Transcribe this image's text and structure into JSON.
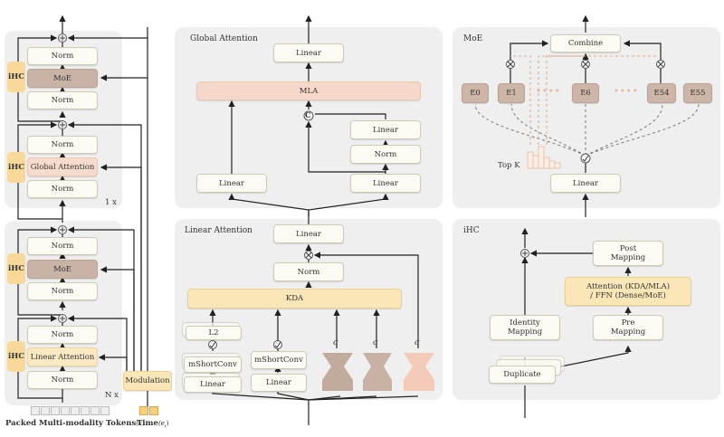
{
  "left": {
    "norm": "Norm",
    "moe": "MoE",
    "global_attention": "Global Attention",
    "linear_attention": "Linear Attention",
    "ihc": "iHC",
    "repeat_1": "1 x",
    "repeat_n": "N x",
    "modulation": "Modulation",
    "input_tokens": "Packed Multi-modality Tokens",
    "input_tokens_sym": "(x)",
    "time": "Time",
    "time_sym": "(e",
    "time_sub": "t",
    "time_close": ")"
  },
  "global_attention": {
    "title": "Global Attention",
    "linear_top": "Linear",
    "mla": "MLA",
    "linear_left": "Linear",
    "linear_right": "Linear",
    "linear_mid": "Linear",
    "norm": "Norm",
    "concat": "C"
  },
  "linear_attention": {
    "title": "Linear Attention",
    "linear_top": "Linear",
    "norm": "Norm",
    "kda": "KDA",
    "l2": "L2",
    "mshortconv_1": "mShortConv",
    "mshortconv_2": "mShortConv",
    "linear_1": "Linear",
    "linear_2": "Linear",
    "sigma": "σ"
  },
  "moe": {
    "title": "MoE",
    "combine": "Combine",
    "experts": [
      "E0",
      "E1",
      "E6",
      "E54",
      "E55"
    ],
    "dots": "••••",
    "topk": "Top K",
    "linear": "Linear"
  },
  "ihc": {
    "title": "iHC",
    "post": "Post\nMapping",
    "attention": "Attention (KDA/MLA)\n/ FFN (Dense/MoE)",
    "identity": "Identity\nMapping",
    "pre": "Pre\nMapping",
    "duplicate": "Duplicate"
  }
}
